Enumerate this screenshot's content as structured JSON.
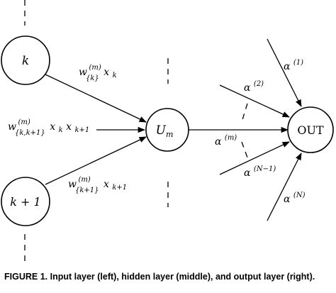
{
  "nodes": {
    "input_k": "k",
    "input_k1": "k + 1",
    "hidden": "U",
    "hidden_sub": "m",
    "output": "OUT"
  },
  "weights": {
    "w_k": {
      "base": "w",
      "sup": "(m)",
      "sub": "{k}",
      "tail": "x",
      "tail_sub": "k"
    },
    "w_kk1": {
      "base": "w",
      "sup": "(m)",
      "sub": "{k,k+1}",
      "tail": "x",
      "tail_sub": "k",
      "tail2": "x",
      "tail2_sub": "k+1"
    },
    "w_k1": {
      "base": "w",
      "sup": "(m)",
      "sub": "{k+1}",
      "tail": "x",
      "tail_sub": "k+1"
    }
  },
  "alphas": {
    "a1": {
      "base": "α",
      "sup": "(1)"
    },
    "a2": {
      "base": "α",
      "sup": "(2)"
    },
    "am": {
      "base": "α",
      "sup": "(m)"
    },
    "aN1": {
      "base": "α",
      "sup": "(N−1)"
    },
    "aN": {
      "base": "α",
      "sup": "(N)"
    }
  },
  "caption": "FIGURE 1. Input layer (left), hidden layer (middle), and output layer (right)."
}
